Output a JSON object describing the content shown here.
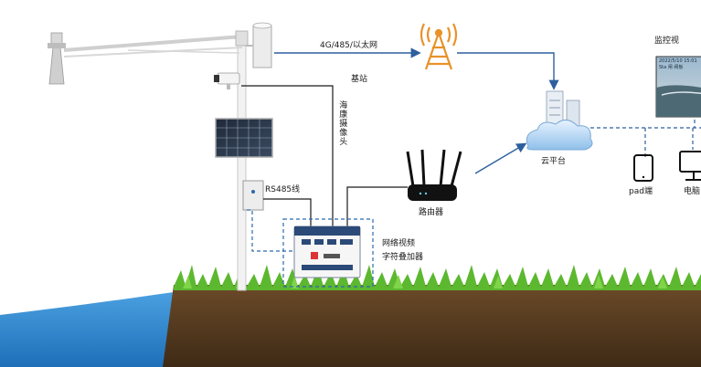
{
  "diagram": {
    "link_label": "4G/485/以太网",
    "base_station_label": "基站",
    "camera_label": "海康摄像头",
    "rs485_label": "RS485线",
    "router_label": "路由器",
    "cloud_label": "云平台",
    "overlay_device_label_line1": "网络视频",
    "overlay_device_label_line2": "字符叠加器",
    "monitor_label": "监控视",
    "pad_label": "pad端",
    "pc_label": "电脑",
    "screen_text_1": "2022/5/10 15:01",
    "screen_text_2": "Sta 闸 闸板",
    "colors": {
      "line_black": "#1a1a1a",
      "line_blue": "#2d5f9e",
      "dashed_blue": "#2a6aad",
      "antenna_orange": "#e8922a",
      "water": "#3c8fd4",
      "soil": "#5a3e22",
      "grass": "#5cb82e",
      "device_blue": "#2b4a78"
    }
  }
}
